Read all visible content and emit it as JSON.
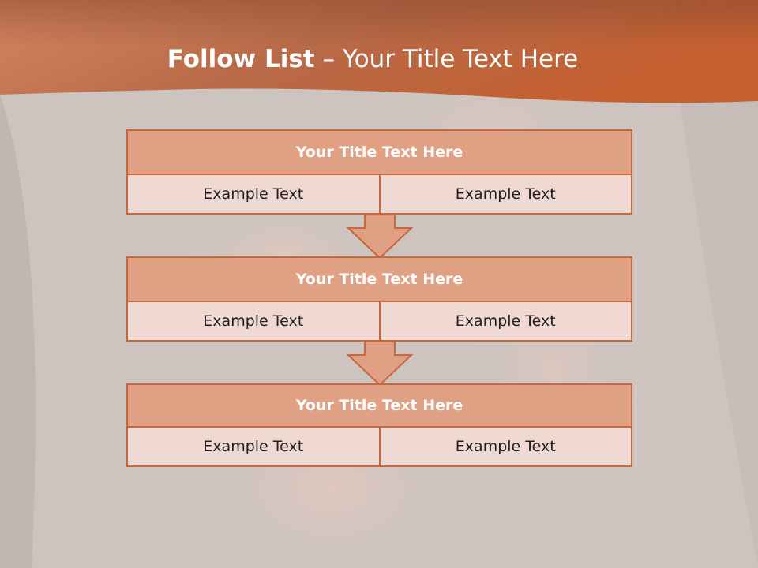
{
  "slide": {
    "title_bold": "Follow List",
    "title_rest": " – Your Title Text Here"
  },
  "colors": {
    "accent": "#c8673d",
    "header_fill": "#dfa083",
    "cell_fill": "#f1d9d3",
    "banner_dark": "#8d4a2b",
    "background": "#cdc4c0"
  },
  "blocks": [
    {
      "title": "Your Title Text Here",
      "left": "Example Text",
      "right": "Example Text"
    },
    {
      "title": "Your Title Text Here",
      "left": "Example Text",
      "right": "Example Text"
    },
    {
      "title": "Your Title Text Here",
      "left": "Example Text",
      "right": "Example Text"
    }
  ]
}
